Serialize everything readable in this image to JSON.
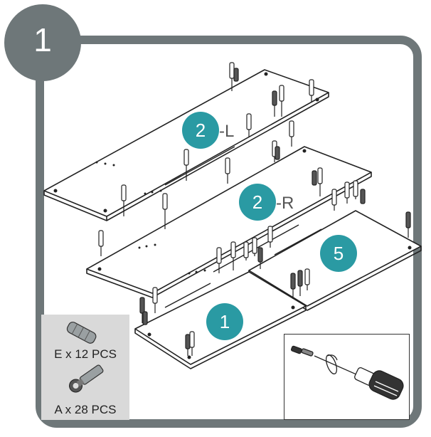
{
  "step": {
    "number": "1"
  },
  "panels": {
    "top_left": {
      "number": "2",
      "suffix": "-L"
    },
    "top_right": {
      "number": "2",
      "suffix": "-R"
    },
    "right": {
      "number": "5"
    },
    "bottom": {
      "number": "1"
    }
  },
  "hardware": {
    "e": {
      "label": "E x 12 PCS"
    },
    "a": {
      "label": "A x 28 PCS"
    }
  },
  "colors": {
    "frame": "#6e7779",
    "badge": "#2a9aa3",
    "panel_bg": "#d9d9d9"
  }
}
